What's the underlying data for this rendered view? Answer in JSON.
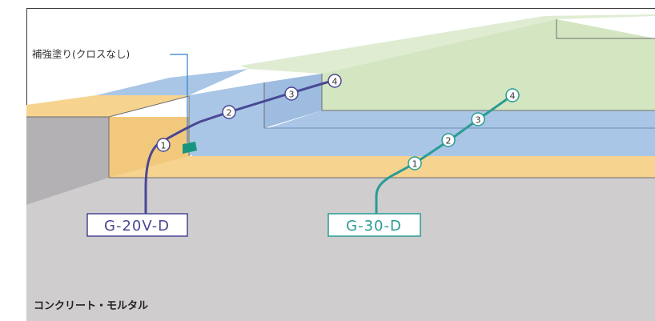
{
  "annotation": {
    "reinforce_label": "補強塗り(クロスなし)"
  },
  "systems": [
    {
      "code": "G-20V-D",
      "color": "#4a4794",
      "steps": [
        "1",
        "2",
        "3",
        "4"
      ]
    },
    {
      "code": "G-30-D",
      "color": "#2a9c93",
      "steps": [
        "1",
        "2",
        "3",
        "4"
      ]
    }
  ],
  "substrate_label": "コンクリート・モルタル",
  "colors": {
    "concrete": "#cfcdce",
    "concrete_dark": "#a7a5a7",
    "primer_yellow": "#f6d48f",
    "blue_layer": "#a9c6e6",
    "green_top": "#d3e6c1",
    "reinforce_marker": "#18957f",
    "callout_line": "#2b7fd3"
  }
}
